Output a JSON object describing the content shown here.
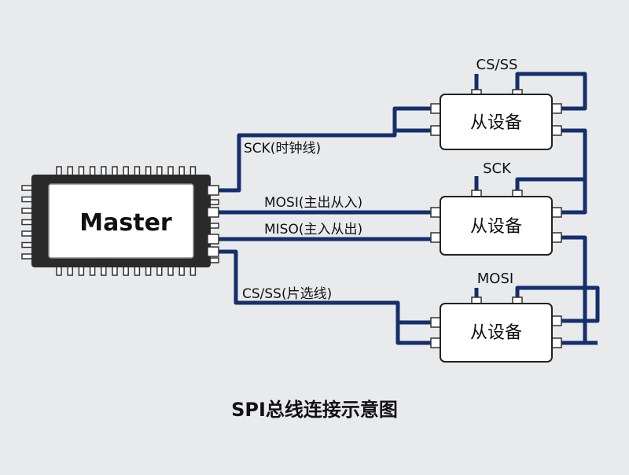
{
  "colors": {
    "wire": "#142f6b",
    "background": "#e9eaec",
    "chip_body": "#2a2a2a"
  },
  "master": {
    "label": "Master"
  },
  "signals": {
    "sck": "SCK(时钟线)",
    "mosi": "MOSI(主出从入)",
    "miso": "MISO(主入从出)",
    "cs": "CS/SS(片选线)"
  },
  "slaves": [
    {
      "label": "从设备",
      "top_label": "CS/SS"
    },
    {
      "label": "从设备",
      "top_label": "SCK"
    },
    {
      "label": "从设备",
      "top_label": "MOSI"
    }
  ],
  "caption": "SPI总线连接示意图"
}
